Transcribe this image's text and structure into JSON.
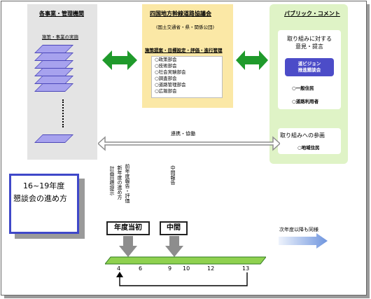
{
  "left_panel": {
    "title": "各事業・管理機関",
    "subtitle": "施策・事業の実施"
  },
  "mid_panel": {
    "title": "四国地方幹線道路協議会",
    "subtitle": "(国土交通省・県・関係公団)",
    "section": "施策提案・目標設定・評価・進行管理",
    "items": [
      "○政策部会",
      "○技術部会",
      "○社会実験部会",
      "○調査部会",
      "○道路管理部会",
      "○広報部会"
    ]
  },
  "right_panel": {
    "title": "パブリック・コメント",
    "box1_title_line1": "取り組みに対する",
    "box1_title_line2": "意見・提言",
    "purple_line1": "道ビジョン",
    "purple_line2": "推進懇談会",
    "opt1": "○一般住民",
    "opt2": "○道路利用者",
    "box2_title": "取り組みへの参画",
    "box2_item": "○地域住民"
  },
  "link_label": "連携・協働",
  "period_box": {
    "line1": "16~19年度",
    "line2": "懇談会の進め方"
  },
  "schedule": {
    "vertical_labels": [
      "前年度報告・評価",
      "新年度の進め方",
      "計画目標提示"
    ],
    "mid_label": "中間報告",
    "tag_start": "年度当初",
    "tag_mid": "中間",
    "next_year": "次年度以降も同様",
    "months": [
      "4",
      "6",
      "9",
      "10",
      "12",
      "13"
    ]
  },
  "colors": {
    "sheet_fill": "#a7a2ee",
    "arrow_green": "#1f9a2b",
    "timeline_green": "#8fd14f",
    "purple_box": "#4c4cc8",
    "period_border": "#3f48c9"
  }
}
